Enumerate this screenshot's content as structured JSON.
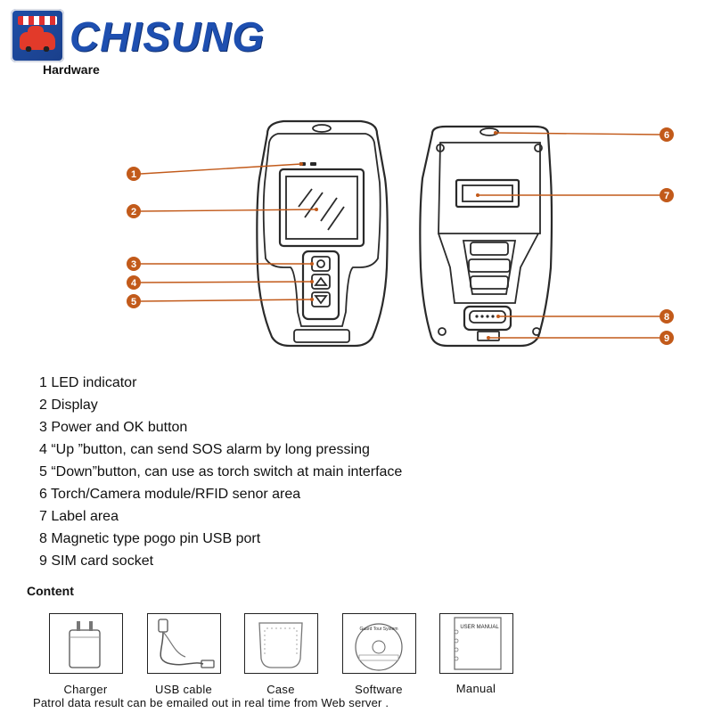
{
  "brand": {
    "name": "CHISUNG"
  },
  "sections": {
    "hardware": "Hardware",
    "content": "Content"
  },
  "callouts": [
    "1",
    "2",
    "3",
    "4",
    "5",
    "6",
    "7",
    "8",
    "9"
  ],
  "features": [
    "1 LED indicator",
    "2 Display",
    "3 Power and OK button",
    "4 “Up ”button, can send SOS alarm by long pressing",
    "5 “Down”button, can use as torch switch at main interface",
    "6 Torch/Camera module/RFID senor area",
    "7 Label area",
    "8 Magnetic type pogo pin USB port",
    "9 SIM card socket"
  ],
  "contents": [
    {
      "label": "Charger",
      "icon": "charger-icon"
    },
    {
      "label": "USB cable",
      "icon": "usb-cable-icon"
    },
    {
      "label": "Case",
      "icon": "case-icon"
    },
    {
      "label": "Software",
      "icon": "software-cd-icon",
      "disc_text": "Guard Tour System"
    },
    {
      "label": "Manual",
      "icon": "manual-icon",
      "cover_text": "USER MANUAL"
    }
  ],
  "footer": "Patrol data result can be emailed out  in real time from Web server .",
  "colors": {
    "brand": "#1e4fb0",
    "callout": "#c25a1a",
    "device": "#2a2a2a"
  }
}
